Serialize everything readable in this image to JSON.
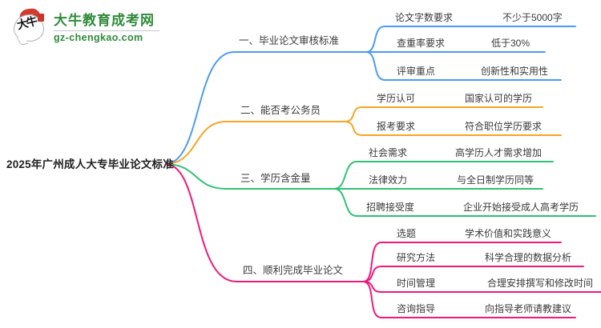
{
  "logo": {
    "icon_text": "大牛",
    "site_name": "大牛教育成考网",
    "site_url": "gz-chengkao.com",
    "brand_green": "#2e8b3a"
  },
  "root": {
    "title": "2025年广州成人大专毕业论文标准"
  },
  "branches": [
    {
      "label": "一、毕业论文审核标准",
      "color": "#4c9bf2",
      "children": [
        {
          "label": "论文字数要求",
          "value": "不少于5000字"
        },
        {
          "label": "查重率要求",
          "value": "低于30%"
        },
        {
          "label": "评审重点",
          "value": "创新性和实用性"
        }
      ]
    },
    {
      "label": "二、能否考公务员",
      "color": "#f5a623",
      "children": [
        {
          "label": "学历认可",
          "value": "国家认可的学历"
        },
        {
          "label": "报考要求",
          "value": "符合职位学历要求"
        }
      ]
    },
    {
      "label": "三、学历含金量",
      "color": "#2ec272",
      "children": [
        {
          "label": "社会需求",
          "value": "高学历人才需求增加"
        },
        {
          "label": "法律效力",
          "value": "与全日制学历同等"
        },
        {
          "label": "招聘接受度",
          "value": "企业开始接受成人高考学历"
        }
      ]
    },
    {
      "label": "四、顺利完成毕业论文",
      "color": "#f0187c",
      "children": [
        {
          "label": "选题",
          "value": "学术价值和实践意义"
        },
        {
          "label": "研究方法",
          "value": "科学合理的数据分析"
        },
        {
          "label": "时间管理",
          "value": "合理安排撰写和修改时间"
        },
        {
          "label": "咨询指导",
          "value": "向指导老师请教建议"
        }
      ]
    }
  ]
}
